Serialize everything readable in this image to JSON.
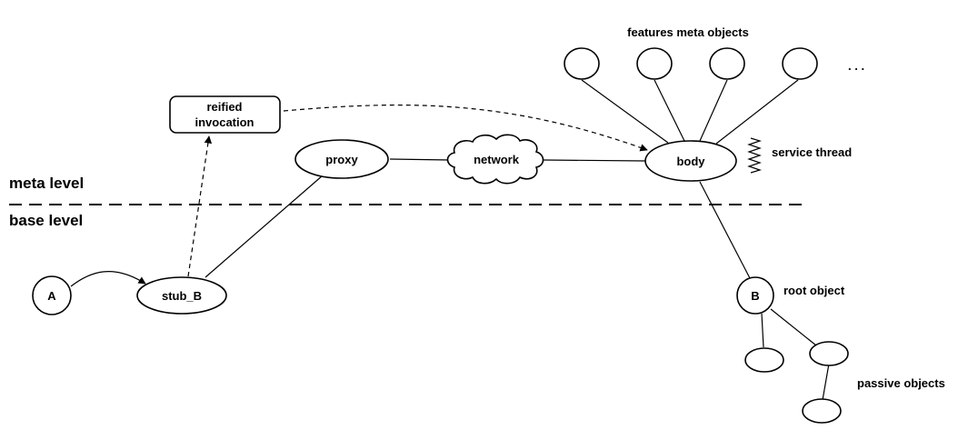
{
  "levels": {
    "meta": "meta level",
    "base": "base level"
  },
  "nodes": {
    "reified": {
      "line1": "reified",
      "line2": "invocation"
    },
    "proxy": "proxy",
    "network": "network",
    "body": "body",
    "a": "A",
    "stub_b": "stub_B",
    "b": "B"
  },
  "labels": {
    "features": "features meta objects",
    "ellipsis": ". . .",
    "service_thread": "service thread",
    "root_object": "root object",
    "passive_objects": "passive objects"
  }
}
